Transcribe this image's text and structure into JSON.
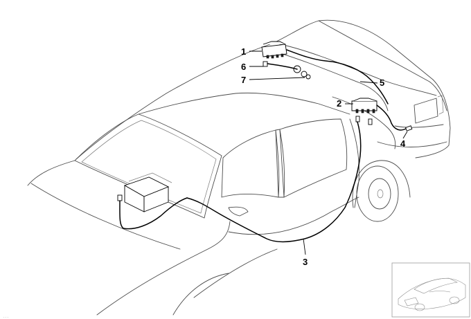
{
  "diagram": {
    "callouts": [
      {
        "id": "1",
        "label": "1"
      },
      {
        "id": "2",
        "label": "2"
      },
      {
        "id": "3",
        "label": "3"
      },
      {
        "id": "4",
        "label": "4"
      },
      {
        "id": "5",
        "label": "5"
      },
      {
        "id": "6",
        "label": "6"
      },
      {
        "id": "7",
        "label": "7"
      }
    ],
    "watermark": "…"
  }
}
